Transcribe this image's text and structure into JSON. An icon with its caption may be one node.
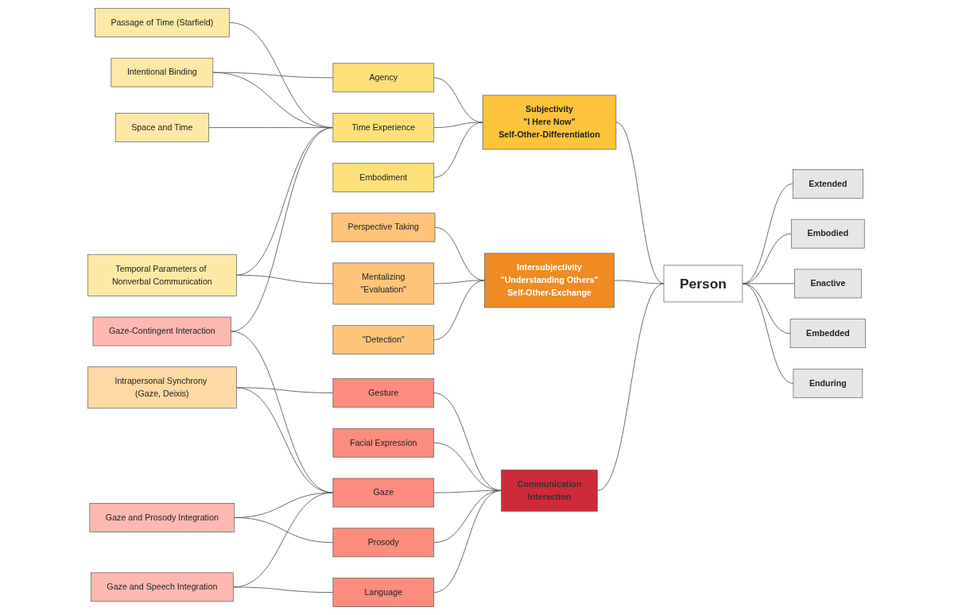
{
  "diagram": {
    "nodes": [
      {
        "text": [
          "Passage of Time (Starfield)"
        ]
      },
      {
        "text": [
          "Intentional Binding"
        ]
      },
      {
        "text": [
          "Temporal Parameters of Nonverbal Communication"
        ]
      },
      {
        "text": [
          "Space and Time"
        ]
      },
      {
        "text": [
          "Intrapersonal Synchrony (Gaze, Deixis)"
        ]
      },
      {
        "text": [
          "Gaze-Contingent Interaction"
        ]
      },
      {
        "text": [
          "Gaze and Prosody Integration"
        ]
      },
      {
        "text": [
          "Gaze and Speech Integration"
        ]
      },
      {
        "text": [
          "Time Experience"
        ]
      },
      {
        "text": [
          "Agency"
        ]
      },
      {
        "text": [
          "Embodiment"
        ]
      },
      {
        "text": [
          "Perspective Taking"
        ]
      },
      {
        "text": [
          "Mentalizing",
          "\"Evaluation\""
        ]
      },
      {
        "text": [
          "\"Detection\""
        ]
      },
      {
        "text": [
          "Gaze"
        ]
      },
      {
        "text": [
          "Facial Expression"
        ]
      },
      {
        "text": [
          "Gesture"
        ]
      },
      {
        "text": [
          "Prosody"
        ]
      },
      {
        "text": [
          "Language"
        ]
      },
      {
        "text": [
          "Subjectivity",
          "\"I Here Now\"",
          "Self-Other-Differentiation"
        ]
      },
      {
        "text": [
          "Intersubjectivity",
          "\"Understanding Others\"",
          "Self-Other-Exchange"
        ]
      },
      {
        "text": [
          "Communication",
          "Interaction"
        ]
      },
      {
        "text": [
          "Person"
        ]
      },
      {
        "text": [
          "Extended"
        ]
      },
      {
        "text": [
          "Embodied"
        ]
      },
      {
        "text": [
          "Enactive"
        ]
      },
      {
        "text": [
          "Embedded"
        ]
      },
      {
        "text": [
          "Enduring"
        ]
      }
    ],
    "edges": [
      {
        "from": 0,
        "to": 8,
        "arrow": "none"
      },
      {
        "from": 1,
        "to": 8,
        "arrow": "none"
      },
      {
        "from": 1,
        "to": 9,
        "arrow": "none"
      },
      {
        "from": 2,
        "to": 8,
        "arrow": "none"
      },
      {
        "from": 2,
        "to": 12,
        "arrow": "none"
      },
      {
        "from": 3,
        "to": 8,
        "arrow": "none"
      },
      {
        "from": 4,
        "to": 14,
        "arrow": "none"
      },
      {
        "from": 4,
        "to": 16,
        "arrow": "none"
      },
      {
        "from": 5,
        "to": 8,
        "arrow": "none"
      },
      {
        "from": 5,
        "to": 14,
        "arrow": "none"
      },
      {
        "from": 6,
        "to": 14,
        "arrow": "none"
      },
      {
        "from": 6,
        "to": 17,
        "arrow": "none"
      },
      {
        "from": 7,
        "to": 14,
        "arrow": "none"
      },
      {
        "from": 7,
        "to": 18,
        "arrow": "none"
      },
      {
        "from": 8,
        "to": 19,
        "arrow": "none"
      },
      {
        "from": 9,
        "to": 19,
        "arrow": "none"
      },
      {
        "from": 10,
        "to": 19,
        "arrow": "none"
      },
      {
        "from": 11,
        "to": 20,
        "arrow": "none"
      },
      {
        "from": 12,
        "to": 20,
        "arrow": "none"
      },
      {
        "from": 13,
        "to": 20,
        "arrow": "none"
      },
      {
        "from": 14,
        "to": 21,
        "arrow": "none"
      },
      {
        "from": 15,
        "to": 21,
        "arrow": "none"
      },
      {
        "from": 16,
        "to": 21,
        "arrow": "none"
      },
      {
        "from": 17,
        "to": 21,
        "arrow": "none"
      },
      {
        "from": 18,
        "to": 21,
        "arrow": "none"
      },
      {
        "from": 19,
        "to": 22,
        "arrow": "none"
      },
      {
        "from": 20,
        "to": 22,
        "arrow": "none"
      },
      {
        "from": 21,
        "to": 22,
        "arrow": "none"
      },
      {
        "from": 22,
        "to": 23,
        "arrow": "none"
      },
      {
        "from": 22,
        "to": 24,
        "arrow": "none"
      },
      {
        "from": 22,
        "to": 25,
        "arrow": "none"
      },
      {
        "from": 22,
        "to": 26,
        "arrow": "none"
      },
      {
        "from": 22,
        "to": 27,
        "arrow": "none"
      }
    ]
  }
}
